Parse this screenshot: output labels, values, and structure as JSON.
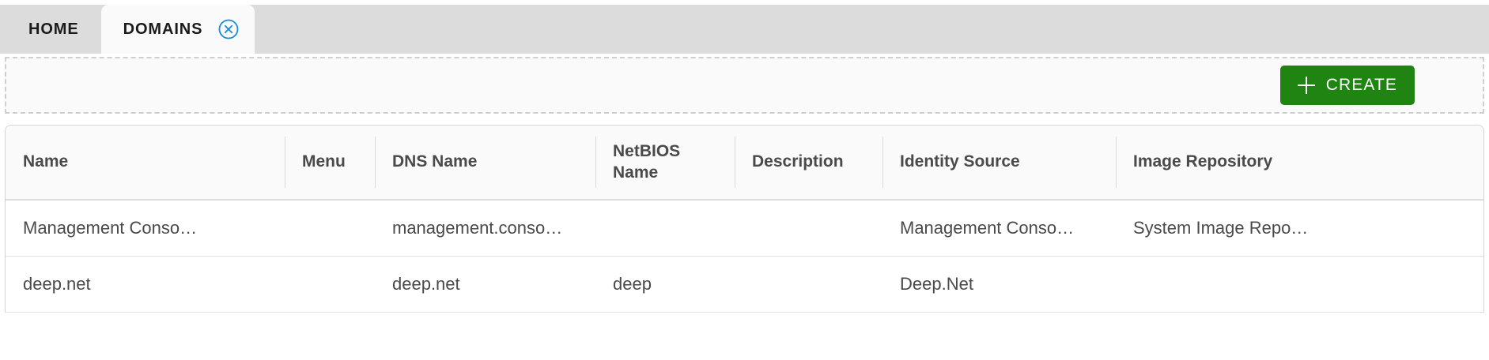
{
  "tabs": [
    {
      "label": "HOME",
      "active": false,
      "closable": false
    },
    {
      "label": "DOMAINS",
      "active": true,
      "closable": true,
      "close_icon": "close-circle-icon"
    }
  ],
  "toolbar": {
    "create_label": "CREATE",
    "create_icon": "plus-icon",
    "create_color": "#1f8412"
  },
  "table": {
    "columns": [
      {
        "key": "name",
        "label": "Name"
      },
      {
        "key": "menu",
        "label": "Menu"
      },
      {
        "key": "dns",
        "label": "DNS Name"
      },
      {
        "key": "netbios",
        "label": "NetBIOS Name"
      },
      {
        "key": "desc",
        "label": "Description"
      },
      {
        "key": "identity",
        "label": "Identity Source"
      },
      {
        "key": "image",
        "label": "Image Repository"
      }
    ],
    "rows": [
      {
        "name": "Management Conso…",
        "menu": "",
        "dns": "management.conso…",
        "netbios": "",
        "desc": "",
        "identity": "Management Conso…",
        "image": "System Image Repo…"
      },
      {
        "name": "deep.net",
        "menu": "",
        "dns": "deep.net",
        "netbios": "deep",
        "desc": "",
        "identity": "Deep.Net",
        "image": ""
      }
    ]
  }
}
